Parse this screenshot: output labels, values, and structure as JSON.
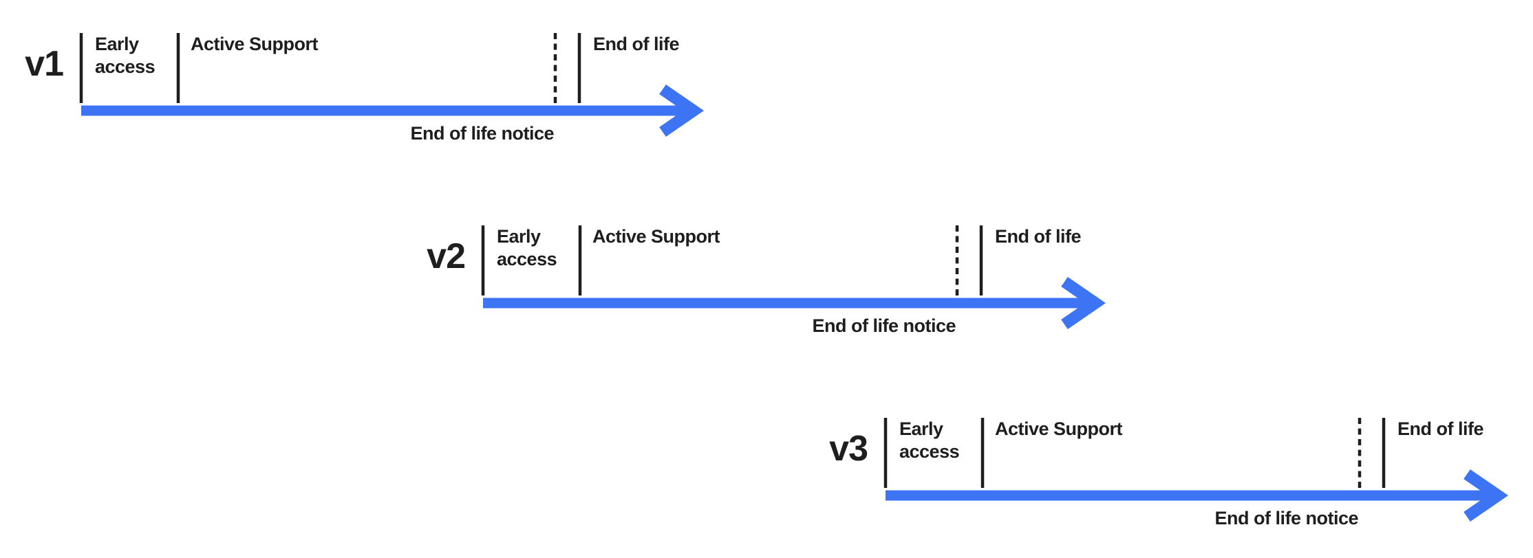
{
  "colors": {
    "arrow": "#3D74F3",
    "ink": "#1E1E1E",
    "background": "#FFFFFF"
  },
  "timelines": [
    {
      "version": "v1",
      "phases": {
        "early_access_line1": "Early",
        "early_access_line2": "access",
        "active_support": "Active Support",
        "end_of_life": "End of life",
        "end_of_life_notice": "End of life notice"
      }
    },
    {
      "version": "v2",
      "phases": {
        "early_access_line1": "Early",
        "early_access_line2": "access",
        "active_support": "Active Support",
        "end_of_life": "End of life",
        "end_of_life_notice": "End of life notice"
      }
    },
    {
      "version": "v3",
      "phases": {
        "early_access_line1": "Early",
        "early_access_line2": "access",
        "active_support": "Active Support",
        "end_of_life": "End of life",
        "end_of_life_notice": "End of life notice"
      }
    }
  ]
}
